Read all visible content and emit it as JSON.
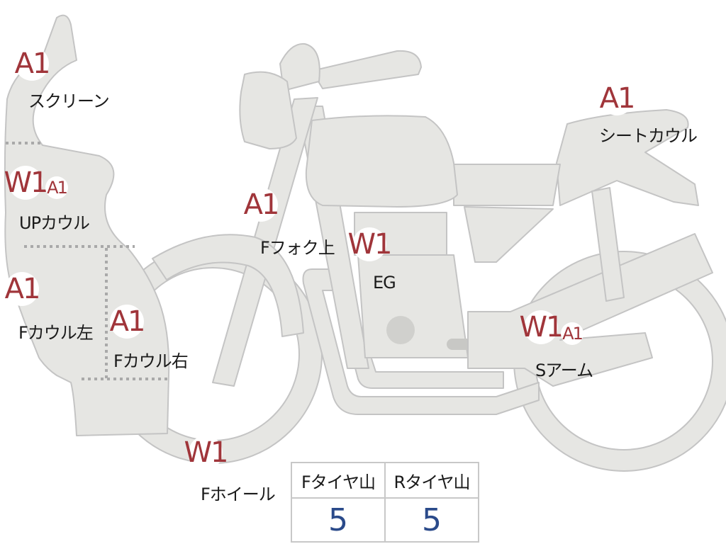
{
  "parts": {
    "screen": {
      "label": "スクリーン",
      "grades": [
        "A1"
      ]
    },
    "up_cowl": {
      "label": "UPカウル",
      "grades": [
        "W1",
        "A1"
      ]
    },
    "f_cowl_left": {
      "label": "Fカウル左",
      "grades": [
        "A1"
      ]
    },
    "f_cowl_right": {
      "label": "Fカウル右",
      "grades": [
        "A1"
      ]
    },
    "f_fork_upper": {
      "label": "Fフォク上",
      "grades": [
        "A1"
      ]
    },
    "engine": {
      "label": "EG",
      "grades": [
        "W1"
      ]
    },
    "seat_cowl": {
      "label": "シートカウル",
      "grades": [
        "A1"
      ]
    },
    "swing_arm": {
      "label": "Sアーム",
      "grades": [
        "W1",
        "A1"
      ]
    },
    "f_wheel": {
      "label": "Fホイール",
      "grades": [
        "W1"
      ]
    }
  },
  "tire_tread": {
    "headers": [
      "Fタイヤ山",
      "Rタイヤ山"
    ],
    "values": [
      "5",
      "5"
    ]
  },
  "colors": {
    "body_fill": "#e6e6e3",
    "outline": "#c4c4c4",
    "grade_text": "#a0353a",
    "value_text": "#2a4a8a"
  }
}
